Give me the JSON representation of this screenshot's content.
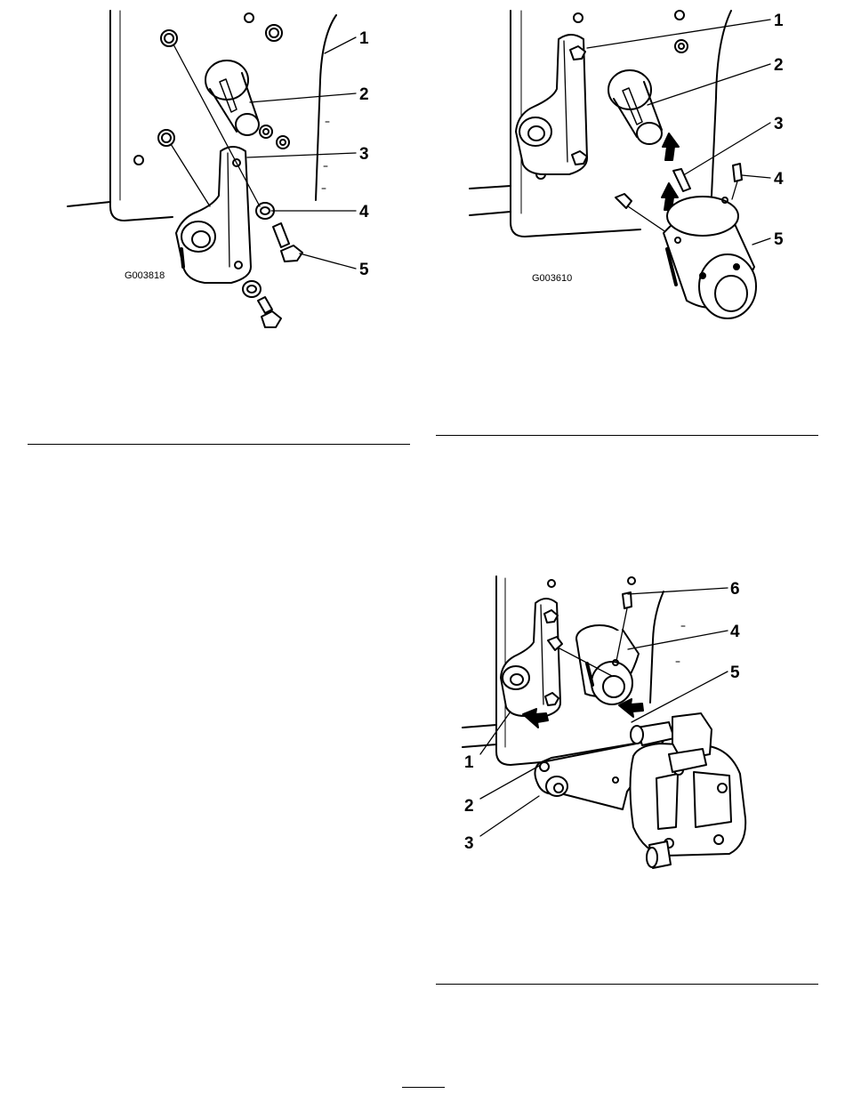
{
  "figures": [
    {
      "id": "G003818",
      "callouts": [
        "1",
        "2",
        "3",
        "4",
        "5"
      ]
    },
    {
      "id": "G003610",
      "callouts": [
        "1",
        "2",
        "3",
        "4",
        "5"
      ]
    },
    {
      "id": "",
      "callouts": [
        "1",
        "2",
        "3",
        "4",
        "5",
        "6"
      ]
    }
  ]
}
